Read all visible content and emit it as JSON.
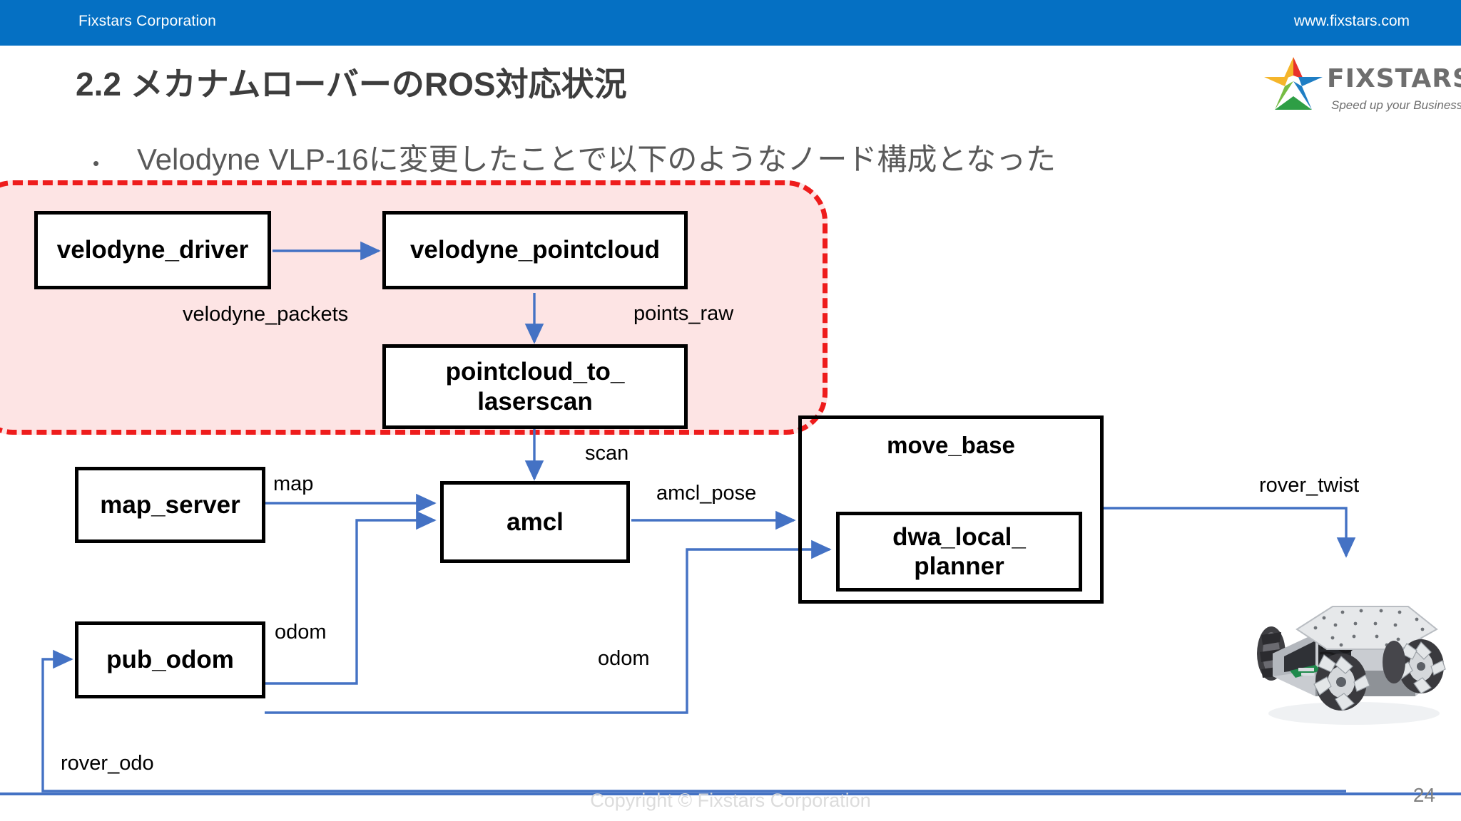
{
  "header": {
    "company": "Fixstars Corporation",
    "url": "www.fixstars.com",
    "bar_color": "#0570c3"
  },
  "logo": {
    "wordmark": "FIXSTARS",
    "registered": "®",
    "tagline": "Speed up your Business",
    "star_colors": [
      "#e8322c",
      "#f5b52a",
      "#2e9e45",
      "#1f7ec4",
      "#76bc43"
    ]
  },
  "title": "2.2 メカナムローバーのROS対応状況",
  "bullet": {
    "marker": "•",
    "text": "Velodyne VLP-16に変更したことで以下のようなノード構成となった"
  },
  "diagram": {
    "highlight": {
      "fill_color": "#fde4e4",
      "border_color": "#ee1c1c",
      "style": "dashed"
    },
    "arrow_color": "#4472c4",
    "nodes": [
      {
        "id": "velodyne_driver",
        "label": "velodyne_driver"
      },
      {
        "id": "velodyne_pointcloud",
        "label": "velodyne_pointcloud"
      },
      {
        "id": "pointcloud_to_laserscan",
        "label_line1": "pointcloud_to_",
        "label_line2": "laserscan"
      },
      {
        "id": "map_server",
        "label": "map_server"
      },
      {
        "id": "amcl",
        "label": "amcl"
      },
      {
        "id": "pub_odom",
        "label": "pub_odom"
      },
      {
        "id": "move_base",
        "label": "move_base"
      },
      {
        "id": "dwa_local_planner",
        "label_line1": "dwa_local_",
        "label_line2": "planner"
      }
    ],
    "edge_labels": [
      {
        "id": "velodyne_packets",
        "text": "velodyne_packets"
      },
      {
        "id": "points_raw",
        "text": "points_raw"
      },
      {
        "id": "scan",
        "text": "scan"
      },
      {
        "id": "map",
        "text": "map"
      },
      {
        "id": "amcl_pose",
        "text": "amcl_pose"
      },
      {
        "id": "odom_upper",
        "text": "odom"
      },
      {
        "id": "odom_lower",
        "text": "odom"
      },
      {
        "id": "rover_twist",
        "text": "rover_twist"
      },
      {
        "id": "rover_odo",
        "text": "rover_odo"
      }
    ]
  },
  "robot": {
    "alt": "mecanum-rover-photo"
  },
  "footer": {
    "copyright": "Copyright © Fixstars Corporation",
    "page_number": "24",
    "rule_color": "#4472c4"
  }
}
